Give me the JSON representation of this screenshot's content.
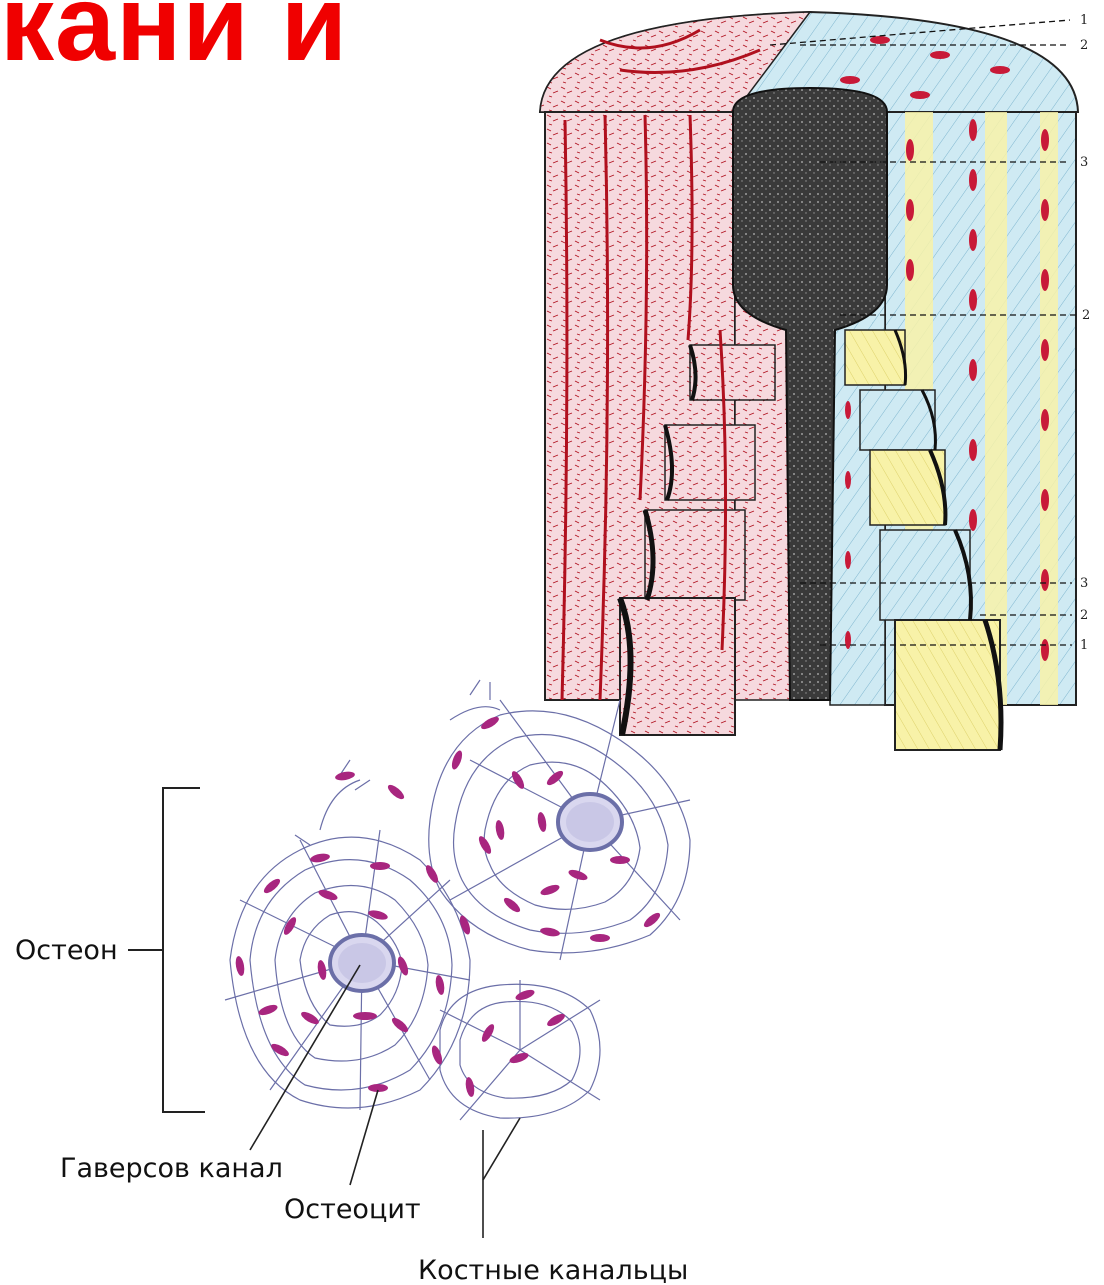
{
  "title": "кани и",
  "bone_diagram": {
    "markers": [
      "1",
      "2",
      "3",
      "2",
      "3",
      "2",
      "1"
    ]
  },
  "osteon_diagram": {
    "labels": {
      "osteon": "Остеон",
      "haversian_canal": "Гаверсов канал",
      "osteocyte": "Остеоцит",
      "canaliculi": "Костные канальцы"
    }
  },
  "colors": {
    "title": "#f00000",
    "vessel": "#b0101e",
    "pink": "#f6d9de",
    "blue": "#bfe3ef",
    "yellow": "#f7f1a2",
    "marrow": "#2a2a2a",
    "osteon_line": "#6b6fa8",
    "osteocyte": "#a8267f",
    "canal_fill": "#d9d7ef"
  }
}
